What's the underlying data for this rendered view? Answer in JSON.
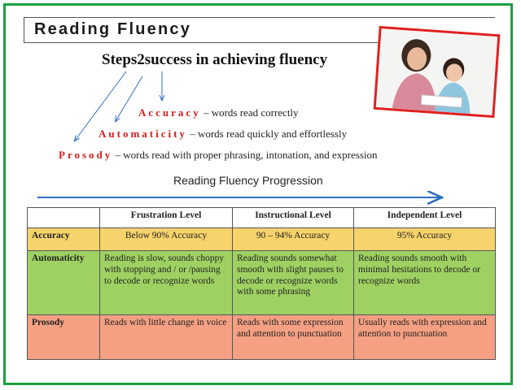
{
  "title": "Reading Fluency",
  "headline": "Steps2success in achieving fluency",
  "definitions": [
    {
      "term": "Accuracy",
      "text": "– words read correctly"
    },
    {
      "term": "Automaticity",
      "text": "– words read quickly and effortlessly"
    },
    {
      "term": "Prosody",
      "text": "– words read with proper phrasing, intonation, and expression"
    }
  ],
  "progression_title": "Reading Fluency Progression",
  "photo_alt": "",
  "table": {
    "headers": [
      "",
      "Frustration Level",
      "Instructional Level",
      "Independent Level"
    ],
    "rows": [
      {
        "label": "Accuracy",
        "cells": [
          "Below 90% Accuracy",
          "90 – 94% Accuracy",
          "95% Accuracy"
        ]
      },
      {
        "label": "Automaticity",
        "cells": [
          "Reading is slow, sounds choppy with stopping and / or /pausing to decode or recognize words",
          "Reading sounds somewhat smooth with slight pauses to decode or recognize words with some phrasing",
          "Reading sounds smooth with minimal hesitations to decode or recognize words"
        ]
      },
      {
        "label": "Prosody",
        "cells": [
          "Reads with little change in voice",
          "Reads with some expression and attention to punctuation",
          "Usually reads with expression and attention to punctuation"
        ]
      }
    ]
  },
  "colors": {
    "border": "#1aa040",
    "term": "#e01818",
    "arrow": "#2e6fc2",
    "accuracy_row": "#f7d36b",
    "automaticity_row": "#9ed162",
    "prosody_row": "#f5a083",
    "photo_border": "#e02020"
  }
}
